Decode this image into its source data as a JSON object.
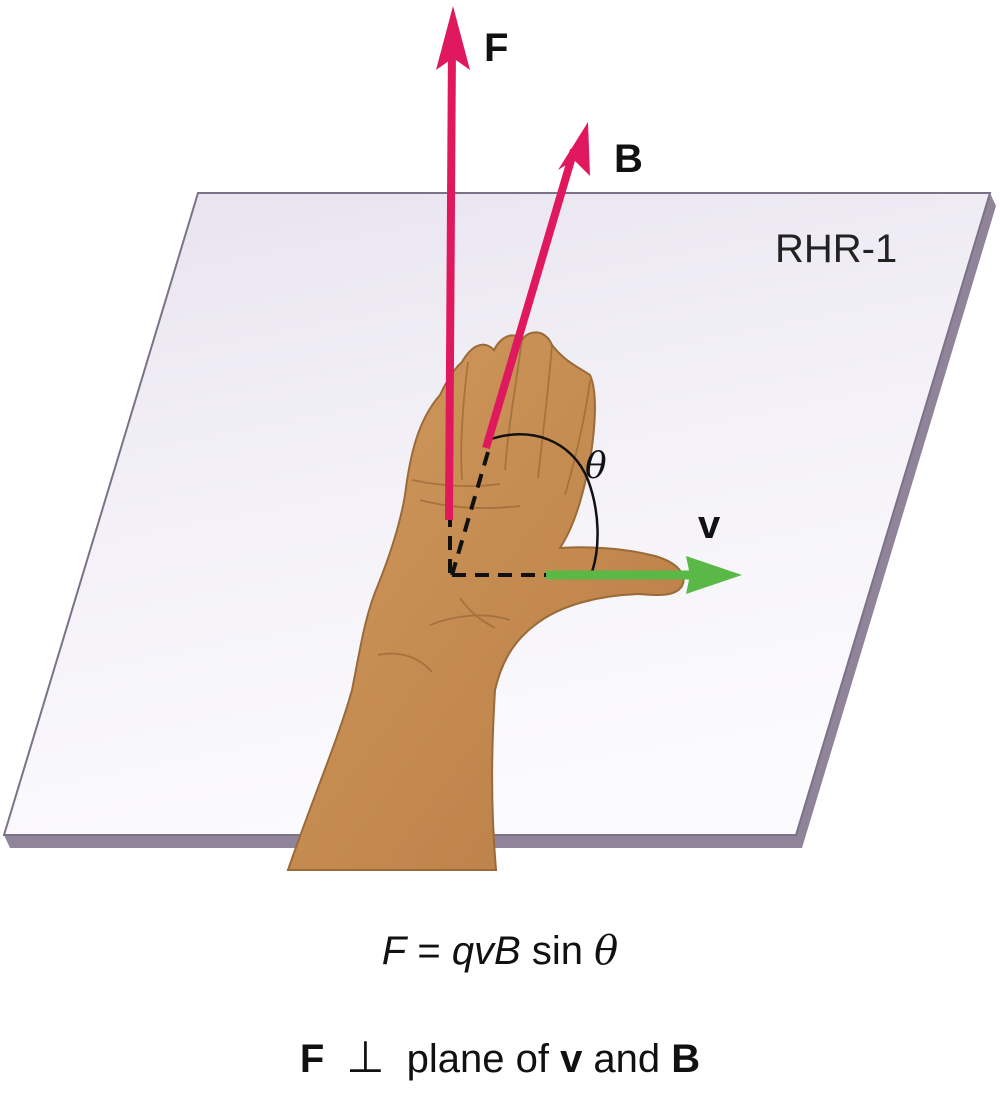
{
  "labels": {
    "force": "F",
    "field": "B",
    "velocity": "v",
    "angle": "θ",
    "rule": "RHR-1"
  },
  "formula": {
    "lhs": "F",
    "equals": " = ",
    "rhs": "qvB",
    "func": " sin ",
    "angle": "θ"
  },
  "perpendicular": {
    "subject": "F",
    "symbol": "⊥",
    "text": "plane of ",
    "v": "v",
    "and": " and ",
    "b": "B"
  },
  "colors": {
    "force_arrow": "#e0195f",
    "field_arrow": "#e0195f",
    "velocity_arrow": "#5ab946",
    "plane_fill": "#efedf4",
    "plane_edge": "#8f8499",
    "hand_skin": "#c68a4f"
  }
}
